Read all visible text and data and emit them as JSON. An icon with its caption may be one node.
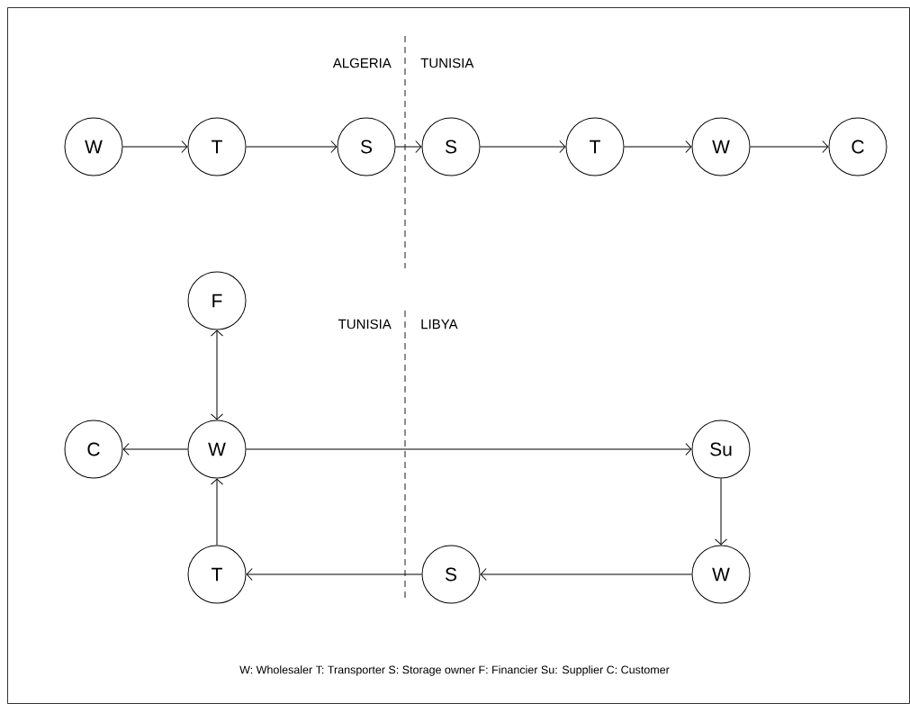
{
  "diagram": {
    "nodes": [
      {
        "text": [
          "W"
        ]
      },
      {
        "text": [
          "T"
        ]
      },
      {
        "text": [
          "S"
        ]
      },
      {
        "text": [
          "S"
        ]
      },
      {
        "text": [
          "T"
        ]
      },
      {
        "text": [
          "W"
        ]
      },
      {
        "text": [
          "C"
        ]
      },
      {
        "text": [
          "F"
        ]
      },
      {
        "text": [
          "C"
        ]
      },
      {
        "text": [
          "W"
        ]
      },
      {
        "text": [
          "Su"
        ]
      },
      {
        "text": [
          "W"
        ]
      },
      {
        "text": [
          "S"
        ]
      },
      {
        "text": [
          "T"
        ]
      }
    ],
    "edges": [
      {
        "from": 0,
        "to": 1,
        "arrow": "to"
      },
      {
        "from": 1,
        "to": 2,
        "arrow": "to"
      },
      {
        "from": 2,
        "to": 3,
        "arrow": "to"
      },
      {
        "from": 3,
        "to": 4,
        "arrow": "to"
      },
      {
        "from": 4,
        "to": 5,
        "arrow": "to"
      },
      {
        "from": 5,
        "to": 6,
        "arrow": "to"
      },
      {
        "from": 9,
        "to": 7,
        "arrow": "both"
      },
      {
        "from": 9,
        "to": 8,
        "arrow": "to"
      },
      {
        "from": 9,
        "to": 10,
        "arrow": "to"
      },
      {
        "from": 10,
        "to": 11,
        "arrow": "to"
      },
      {
        "from": 11,
        "to": 12,
        "arrow": "to"
      },
      {
        "from": 12,
        "to": 13,
        "arrow": "to"
      },
      {
        "from": 13,
        "to": 9,
        "arrow": "to"
      }
    ],
    "labels": [
      "ALGERIA",
      "TUNISIA",
      "TUNISIA",
      "LIBYA",
      "W: Wholesaler T: Transporter S: Storage owner F: Financier Su: Supplier C: Customer"
    ]
  }
}
